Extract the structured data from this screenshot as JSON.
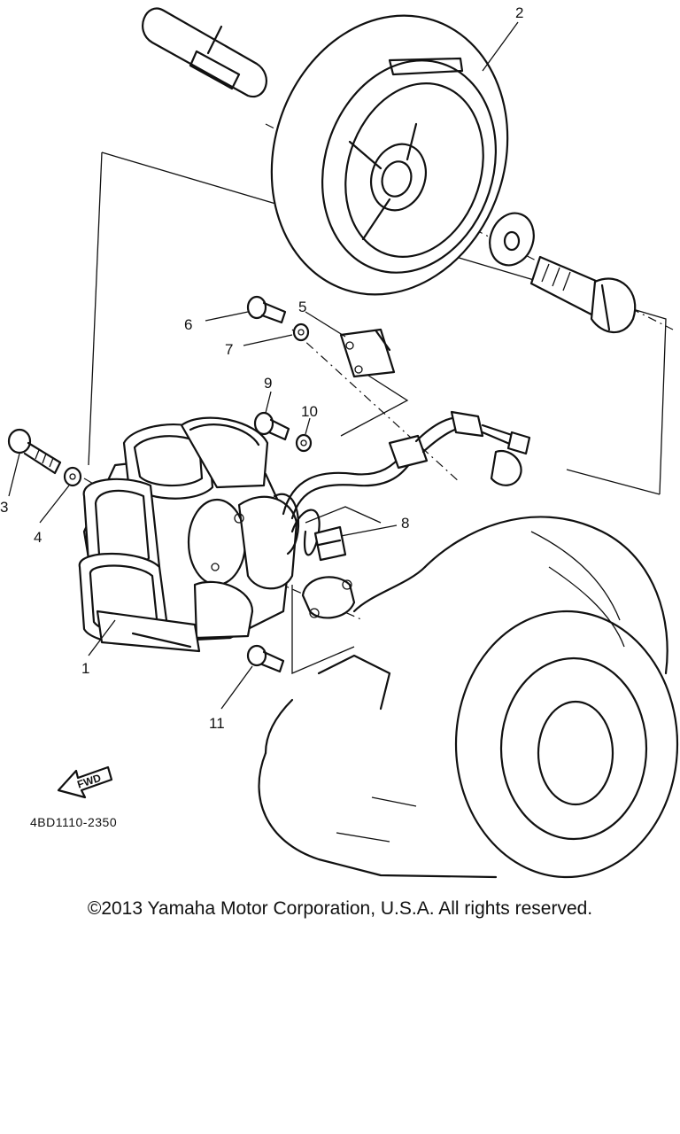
{
  "diagram": {
    "callouts": [
      "1",
      "2",
      "3",
      "4",
      "5",
      "6",
      "7",
      "8",
      "9",
      "10",
      "11"
    ],
    "forward_label": "FWD",
    "part_code": "4BD1110-2350"
  },
  "copyright": "©2013 Yamaha Motor Corporation, U.S.A. All rights reserved."
}
